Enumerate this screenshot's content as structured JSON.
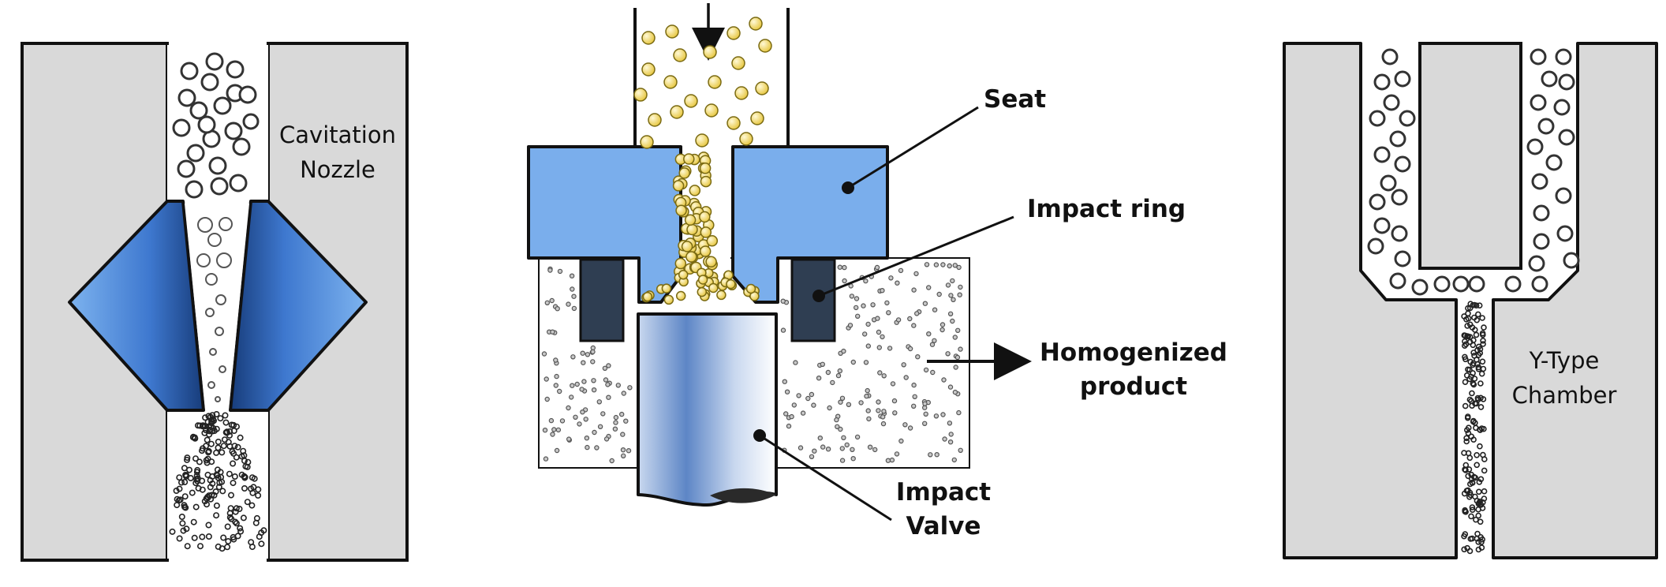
{
  "diagram": {
    "panels": [
      {
        "id": "cavitation-nozzle",
        "label_lines": [
          "Cavitation",
          "Nozzle"
        ]
      },
      {
        "id": "impact-valve-homogenizer",
        "callouts": {
          "seat": "Seat",
          "impact_ring": "Impact ring",
          "homogenized_product_lines": [
            "Homogenized",
            "product"
          ],
          "impact_valve_lines": [
            "Impact",
            "Valve"
          ]
        }
      },
      {
        "id": "y-type-chamber",
        "label_lines": [
          "Y-Type",
          "Chamber"
        ]
      }
    ],
    "colors": {
      "wall_gray": "#d9d9d9",
      "outline": "#111111",
      "seat_blue": "#7aaeec",
      "nozzle_blue": "#3f7fd6",
      "ring_dark": "#2f3e52",
      "droplet_yellow": "#f5e27a",
      "bubble_stroke": "#333333"
    }
  }
}
